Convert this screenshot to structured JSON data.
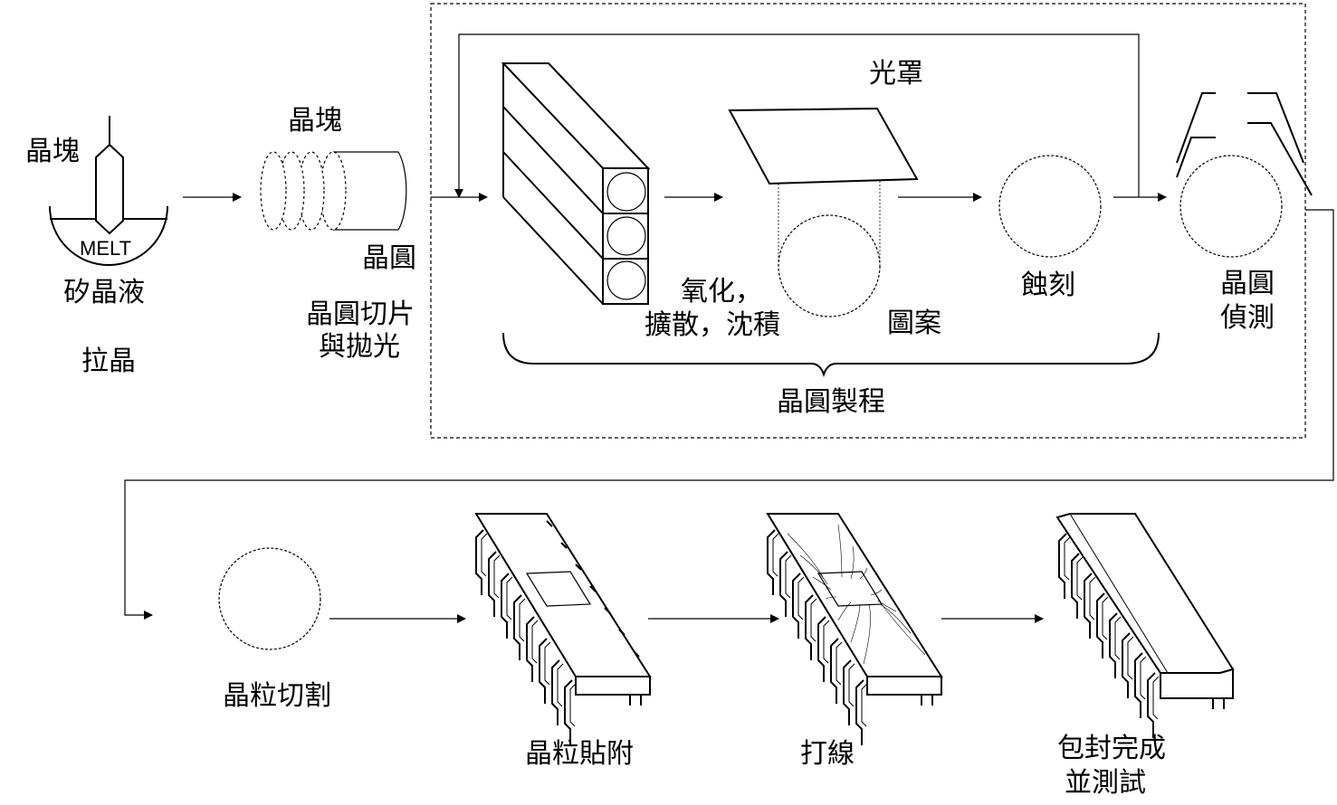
{
  "labels": {
    "ingot_top": "晶塊",
    "melt": "MELT",
    "silicon_melt": "矽晶液",
    "crystal_pull": "拉晶",
    "ingot_mid": "晶塊",
    "wafer": "晶圓",
    "slice_line1": "晶圓切片",
    "slice_line2": "與拋光",
    "photomask": "光罩",
    "oxid_line1": "氧化，",
    "oxid_line2": "擴散，沈積",
    "pattern": "圖案",
    "etch": "蝕刻",
    "probe_line1": "晶圓",
    "probe_line2": "偵測",
    "wafer_fab": "晶圓製程",
    "die_cut": "晶粒切割",
    "die_attach": "晶粒貼附",
    "wire_bond": "打線",
    "pack_line1": "包封完成",
    "pack_line2": "並測試"
  }
}
